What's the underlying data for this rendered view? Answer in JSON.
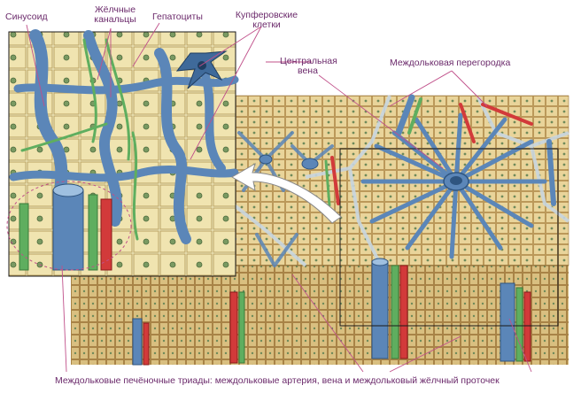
{
  "labels": {
    "sinusoid": "Синусоид",
    "bile_canaliculi": [
      "Жёлчные",
      "канальцы"
    ],
    "hepatocytes": "Гепатоциты",
    "kupffer_cells": [
      "Купферовские",
      "клетки"
    ],
    "central_vein": [
      "Центральная",
      "вена"
    ],
    "interlobular_septum": "Междольковая перегородка",
    "portal_triads": "Междольковые печёночные триады: междольковые артерия, вена и междольковый жёлчный проточек"
  },
  "colors": {
    "label_text": "#6b2a6b",
    "leader_line": "#c0508a",
    "hepatocyte": "#e9d49a",
    "hepatocyte_edge": "#b08a4a",
    "nucleus": "#6f8a5a",
    "vein": "#5b86b8",
    "vein_light": "#9fc0e0",
    "artery": "#d23a3a",
    "bile_duct": "#5fae5f",
    "septum": "#c8d6e0",
    "magnified_bg": "#f3eec4"
  }
}
